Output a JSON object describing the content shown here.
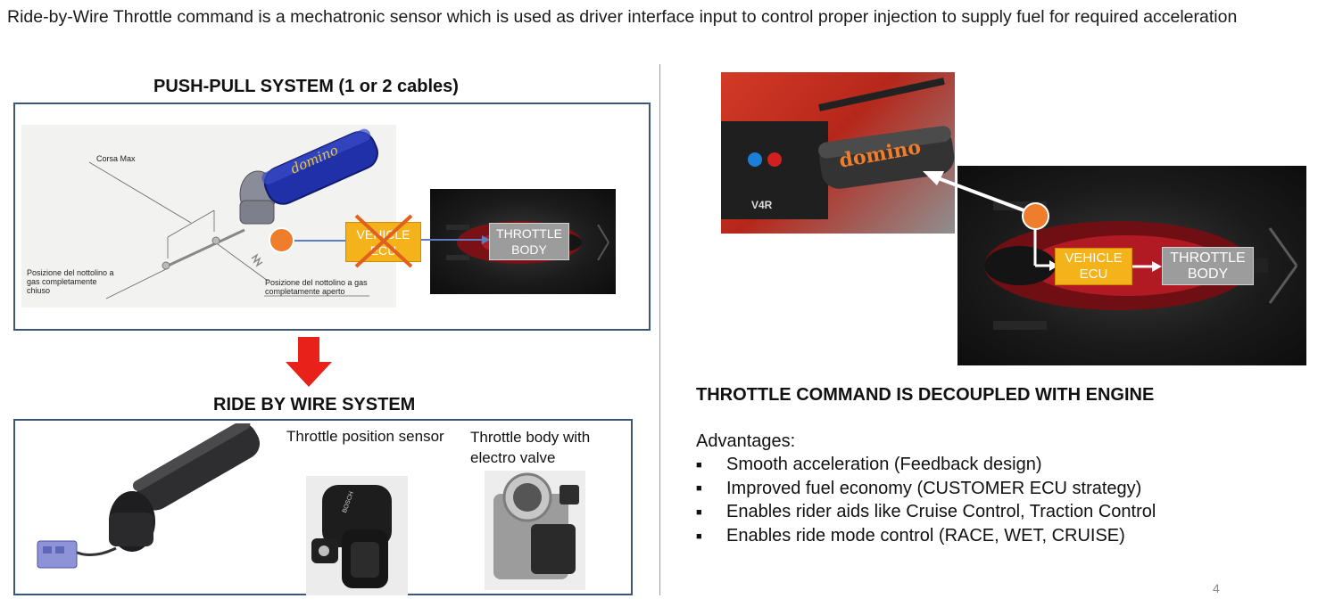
{
  "headline": "Ride-by-Wire Throttle command is a mechatronic sensor which is used as driver interface input to control proper injection to supply fuel for required acceleration",
  "push_pull": {
    "title": "PUSH-PULL SYSTEM (1 or 2 cables)",
    "grip_brand": "domino",
    "label_corsa": "Corsa Max",
    "label_closed": "Posizione del nottolino a gas completamente chiuso",
    "label_open": "Posizione del nottolino a gas completamente aperto",
    "ecu_label": "VEHICLE ECU",
    "throttle_label": "THROTTLE BODY"
  },
  "ride_by_wire": {
    "title": "RIDE BY WIRE SYSTEM",
    "sensor_caption": "Throttle position sensor",
    "throttle_caption": "Throttle body with electro valve",
    "sensor_brand": "BOSCH"
  },
  "right": {
    "grip_brand": "domino",
    "bike_badge": "V4R",
    "ecu_label": "VEHICLE ECU",
    "throttle_label": "THROTTLE BODY",
    "decoupled_heading": "THROTTLE COMMAND IS DECOUPLED WITH ENGINE",
    "advantages_title": "Advantages:",
    "bullet_glyph": "■",
    "advantages": [
      "Smooth acceleration (Feedback design)",
      "Improved fuel economy (CUSTOMER ECU strategy)",
      "Enables rider aids like Cruise Control, Traction Control",
      "Enables ride mode control (RACE, WET, CRUISE)"
    ]
  },
  "page_number": "4",
  "colors": {
    "frame": "#3c5677",
    "ecu": "#f4b21b",
    "throttle_body": "#9c9c9c",
    "sensor_dot": "#ee7d2c",
    "arrow_down": "#e8211b",
    "cross": "#e0611f"
  }
}
